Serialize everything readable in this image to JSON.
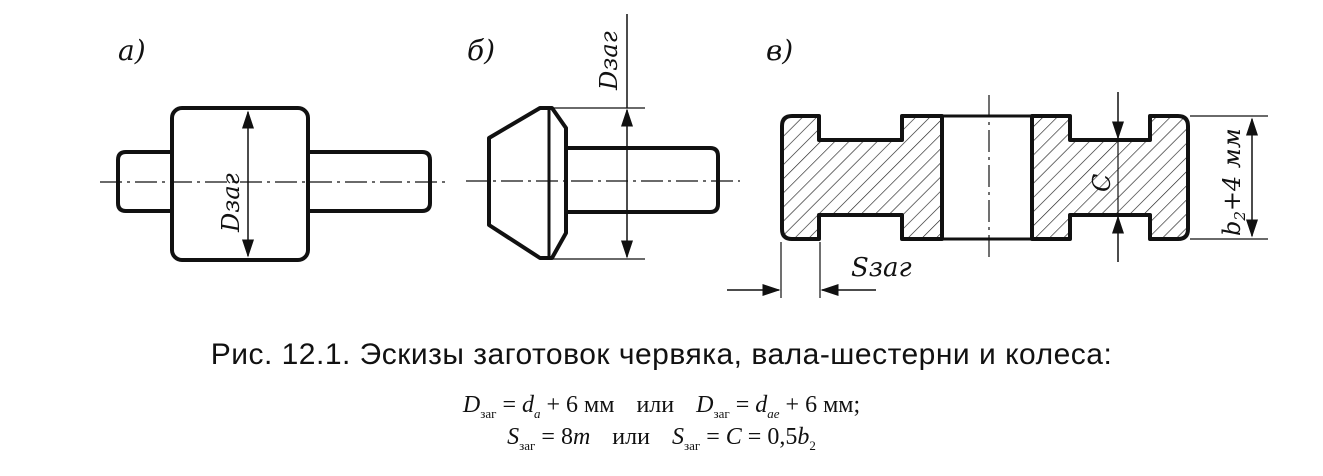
{
  "figure": {
    "labels": {
      "a": "а)",
      "b": "б)",
      "v": "в)",
      "d_zag_a": "Dзаг",
      "d_zag_b": "Dзаг",
      "s_zag": "Sзаг",
      "c": "C",
      "b2_base": "b",
      "b2_sub": "2",
      "b2_rest": "+4 мм"
    }
  },
  "caption": "Рис. 12.1. Эскизы заготовок червяка, вала-шестерни и колеса:",
  "formulas": {
    "f1": {
      "D": "D",
      "zag": "заг",
      "eq1": " = ",
      "d": "d",
      "sub_a": "a",
      "plus6": " + 6  мм",
      "or": "или",
      "D2": "D",
      "zag2": "заг",
      "eq2": " = ",
      "d2": "d",
      "sub_ae": "ae",
      "plus6b": " + 6  мм;"
    },
    "f2": {
      "S": "S",
      "zag": "заг",
      "eq": " = 8",
      "m": "m",
      "or": "или",
      "S2": "S",
      "zag2": "заг",
      "eq2": " = ",
      "C": "C",
      "rest": " = 0,5",
      "b": "b",
      "sub2": "2"
    }
  }
}
